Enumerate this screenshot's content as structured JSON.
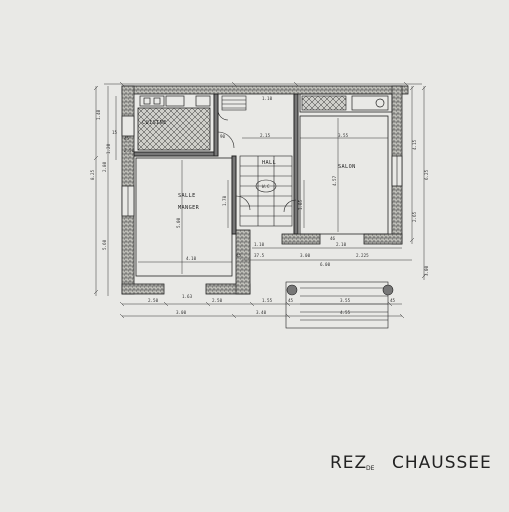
{
  "rooms": {
    "cuisine": "CUISINE",
    "salle": "SALLE",
    "manger": "MANGER",
    "hall": "HALL",
    "salon": "SALON",
    "wc": "W.C"
  },
  "title": {
    "part1": "REZ",
    "part2": "DE",
    "part3": "CHAUSSEE"
  },
  "dimensions": {
    "top_a": "1.40",
    "top_b": "15",
    "top_c": "1.20",
    "left_a": "8.25",
    "left_b": "2.80",
    "left_c": "5.60",
    "right_a": "4.15",
    "right_b": "6.25",
    "right_c": "2.65",
    "right_d": "3.00",
    "kitchen_w": "2.15",
    "salon_w": "3.55",
    "salon_h": "4.57",
    "salle_h": "5.00",
    "hall_w": "1.78",
    "hall_h": "1.85",
    "hall_b": "1.55",
    "salle_w": "4.10",
    "b1": "2.50",
    "b2": "1.63",
    "b3": "2.50",
    "b4": "1.55",
    "b5": "45",
    "b6": "3.55",
    "b7": "45",
    "bot_a": "3.00",
    "bot_b": "3.40",
    "bot_c": "4.55",
    "mid_a": "37.5",
    "mid_b": "3.00",
    "mid_c": "2.225",
    "mid_d": "6.00",
    "mid_e": "1.10",
    "mid_f": "2.10",
    "mid_g": "46",
    "small_a": "90",
    "small_b": "1.10",
    "small_c": "45",
    "small_d": "45",
    "small_e": "2.50"
  }
}
